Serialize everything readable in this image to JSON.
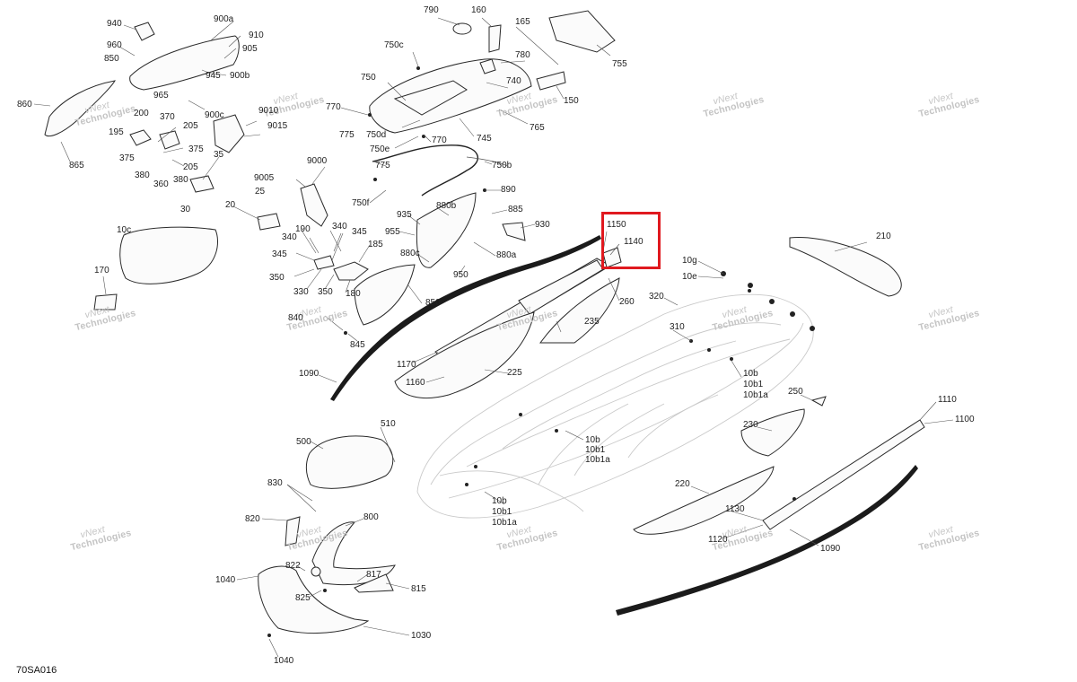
{
  "diagram": {
    "code": "70SA016",
    "watermark": {
      "line1": "vNext",
      "line2": "Technologies"
    },
    "labels": [
      {
        "text": "940"
      },
      {
        "text": "900a"
      },
      {
        "text": "910"
      },
      {
        "text": "960"
      },
      {
        "text": "905"
      },
      {
        "text": "850"
      },
      {
        "text": "945"
      },
      {
        "text": "900b"
      },
      {
        "text": "965"
      },
      {
        "text": "860"
      },
      {
        "text": "900c"
      },
      {
        "text": "200"
      },
      {
        "text": "370"
      },
      {
        "text": "205"
      },
      {
        "text": "195"
      },
      {
        "text": "375"
      },
      {
        "text": "375"
      },
      {
        "text": "380"
      },
      {
        "text": "205"
      },
      {
        "text": "35"
      },
      {
        "text": "360"
      },
      {
        "text": "380"
      },
      {
        "text": "30"
      },
      {
        "text": "865"
      },
      {
        "text": "9010"
      },
      {
        "text": "9015"
      },
      {
        "text": "790"
      },
      {
        "text": "160"
      },
      {
        "text": "165"
      },
      {
        "text": "755"
      },
      {
        "text": "750c"
      },
      {
        "text": "780"
      },
      {
        "text": "750"
      },
      {
        "text": "740"
      },
      {
        "text": "150"
      },
      {
        "text": "770"
      },
      {
        "text": "765"
      },
      {
        "text": "775"
      },
      {
        "text": "750d"
      },
      {
        "text": "745"
      },
      {
        "text": "750e"
      },
      {
        "text": "770"
      },
      {
        "text": "775"
      },
      {
        "text": "750b"
      },
      {
        "text": "9000"
      },
      {
        "text": "9005"
      },
      {
        "text": "750f"
      },
      {
        "text": "890"
      },
      {
        "text": "25"
      },
      {
        "text": "880b"
      },
      {
        "text": "885"
      },
      {
        "text": "935"
      },
      {
        "text": "930"
      },
      {
        "text": "20"
      },
      {
        "text": "955"
      },
      {
        "text": "880a"
      },
      {
        "text": "190"
      },
      {
        "text": "340"
      },
      {
        "text": "345"
      },
      {
        "text": "340"
      },
      {
        "text": "185"
      },
      {
        "text": "880c"
      },
      {
        "text": "345"
      },
      {
        "text": "950"
      },
      {
        "text": "350"
      },
      {
        "text": "10c"
      },
      {
        "text": "330"
      },
      {
        "text": "350"
      },
      {
        "text": "180"
      },
      {
        "text": "850"
      },
      {
        "text": "170"
      },
      {
        "text": "840"
      },
      {
        "text": "845"
      },
      {
        "text": "1150"
      },
      {
        "text": "1140"
      },
      {
        "text": "10g"
      },
      {
        "text": "10e"
      },
      {
        "text": "210"
      },
      {
        "text": "260"
      },
      {
        "text": "320"
      },
      {
        "text": "235"
      },
      {
        "text": "310"
      },
      {
        "text": "1170"
      },
      {
        "text": "225"
      },
      {
        "text": "1160"
      },
      {
        "text": "1090"
      },
      {
        "text": "10b"
      },
      {
        "text": "10b1"
      },
      {
        "text": "10b1a"
      },
      {
        "text": "250"
      },
      {
        "text": "1110"
      },
      {
        "text": "510"
      },
      {
        "text": "1100"
      },
      {
        "text": "230"
      },
      {
        "text": "500"
      },
      {
        "text": "10b"
      },
      {
        "text": "10b1"
      },
      {
        "text": "10b1a"
      },
      {
        "text": "830"
      },
      {
        "text": "220"
      },
      {
        "text": "10b"
      },
      {
        "text": "10b1"
      },
      {
        "text": "10b1a"
      },
      {
        "text": "820"
      },
      {
        "text": "800"
      },
      {
        "text": "1130"
      },
      {
        "text": "1120"
      },
      {
        "text": "1090"
      },
      {
        "text": "822"
      },
      {
        "text": "1040"
      },
      {
        "text": "817"
      },
      {
        "text": "825"
      },
      {
        "text": "815"
      },
      {
        "text": "1030"
      },
      {
        "text": "1040"
      }
    ]
  }
}
